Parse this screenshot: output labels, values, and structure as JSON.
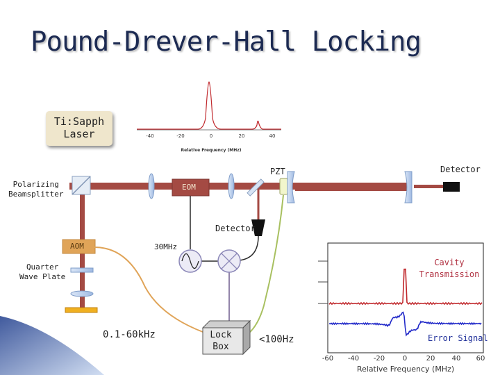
{
  "title": "Pound-Drever-Hall Locking",
  "laser": {
    "line1": "Ti:Sapph",
    "line2": "Laser"
  },
  "labels": {
    "polarizing_line1": "Polarizing",
    "polarizing_line2": "Beamsplitter",
    "eom": "EOM",
    "pzt": "PZT",
    "detector_top": "Detector",
    "detector_mid": "Detector",
    "aom": "AOM",
    "freq_30mhz": "30MHz",
    "quarter_line1": "Quarter",
    "quarter_line2": "Wave Plate",
    "freq_aom": "0.1-60kHz",
    "lockbox_line1": "Lock",
    "lockbox_line2": "Box",
    "freq_lock": "<100Hz",
    "cavity_line1": "Cavity",
    "cavity_line2": "Transmission",
    "error_signal": "Error Signal"
  },
  "top_plot": {
    "xticks": [
      "-40",
      "-20",
      "0",
      "20",
      "40"
    ],
    "xlabel": "Relative Frequency (MHz)"
  },
  "bottom_plot": {
    "xticks": [
      "-60",
      "-40",
      "-20",
      "0",
      "20",
      "40",
      "60"
    ],
    "xlabel": "Relative Frequency (MHz)"
  },
  "colors": {
    "title": "#1c2a52",
    "beam": "#a44a43",
    "cable_orange": "#e0a458",
    "cable_green": "#a8c060",
    "cable_dark": "#2a2a2a",
    "cable_purple": "#6e5a8c",
    "cavity_trace": "#c0282c",
    "error_trace": "#2028c8",
    "optics": "#a9c2e8"
  }
}
